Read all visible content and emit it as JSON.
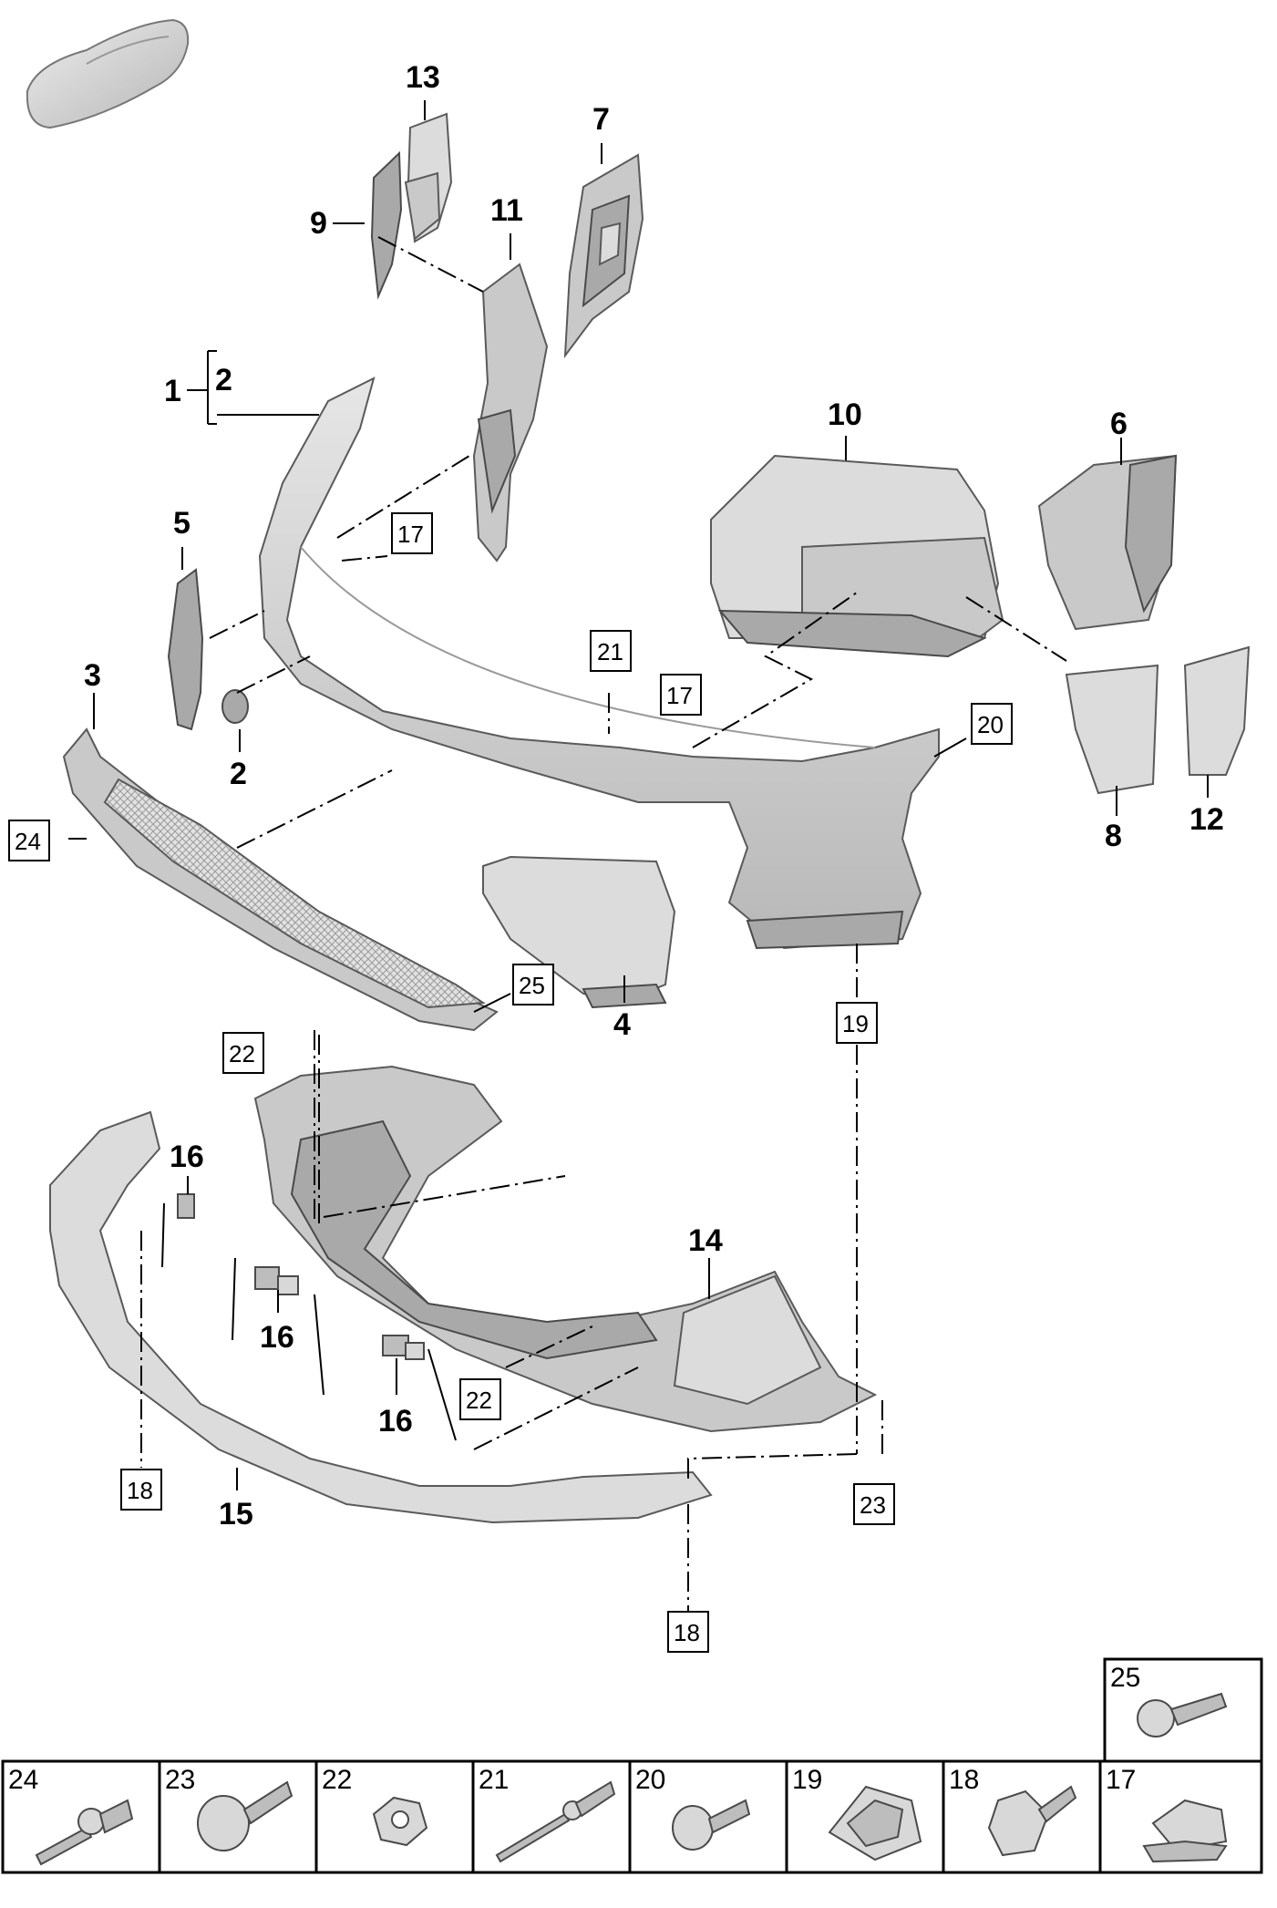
{
  "callouts": {
    "c1": "1",
    "c2a": "2",
    "c2b": "2",
    "c3": "3",
    "c4": "4",
    "c5": "5",
    "c6": "6",
    "c7": "7",
    "c8": "8",
    "c9": "9",
    "c10": "10",
    "c11": "11",
    "c12": "12",
    "c13": "13",
    "c14": "14",
    "c15": "15",
    "c16a": "16",
    "c16b": "16",
    "c16c": "16"
  },
  "boxed_refs": {
    "b17a": "17",
    "b17b": "17",
    "b18a": "18",
    "b18b": "18",
    "b19": "19",
    "b20": "20",
    "b21": "21",
    "b22a": "22",
    "b22b": "22",
    "b23": "23",
    "b24": "24",
    "b25": "25"
  },
  "fastener_table": {
    "top_cell": "25",
    "cells": [
      "24",
      "23",
      "22",
      "21",
      "20",
      "19",
      "18",
      "17"
    ]
  },
  "icons": [
    "car-silhouette-icon",
    "rivet-icon",
    "screw-icon",
    "hex-nut-icon",
    "blind-rivet-icon",
    "clip-icon",
    "expanding-rivet-icon"
  ]
}
